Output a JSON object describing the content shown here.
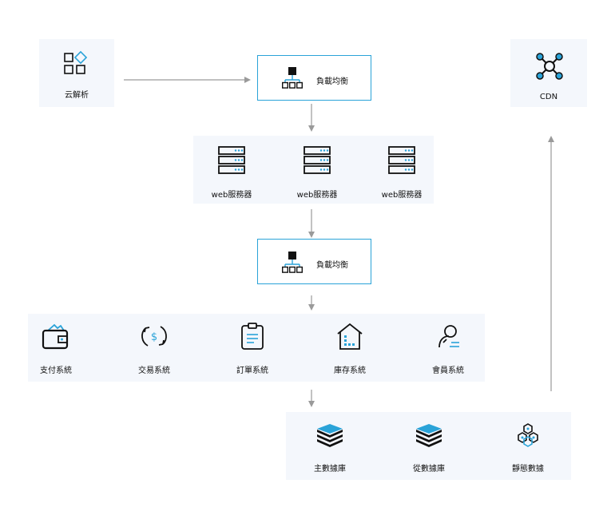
{
  "dns": {
    "label": "云解析"
  },
  "load_balancer_top": {
    "label": "負載均衡"
  },
  "cdn": {
    "label": "CDN"
  },
  "web_servers": [
    {
      "label": "web服務器"
    },
    {
      "label": "web服務器"
    },
    {
      "label": "web服務器"
    }
  ],
  "load_balancer_mid": {
    "label": "負載均衡"
  },
  "services": [
    {
      "label": "支付系統",
      "icon": "wallet-icon"
    },
    {
      "label": "交易系統",
      "icon": "dollar-cycle-icon"
    },
    {
      "label": "訂單系統",
      "icon": "clipboard-icon"
    },
    {
      "label": "庫存系統",
      "icon": "warehouse-icon"
    },
    {
      "label": "會員系統",
      "icon": "member-icon"
    }
  ],
  "databases": [
    {
      "label": "主數據庫",
      "icon": "database-stack-icon"
    },
    {
      "label": "從數據庫",
      "icon": "database-stack-icon"
    },
    {
      "label": "靜態數據",
      "icon": "static-data-icon"
    }
  ],
  "colors": {
    "accent": "#2aa3d8",
    "box": "#f4f7fc",
    "arrow": "#9a9a9a",
    "icon": "#111111"
  }
}
